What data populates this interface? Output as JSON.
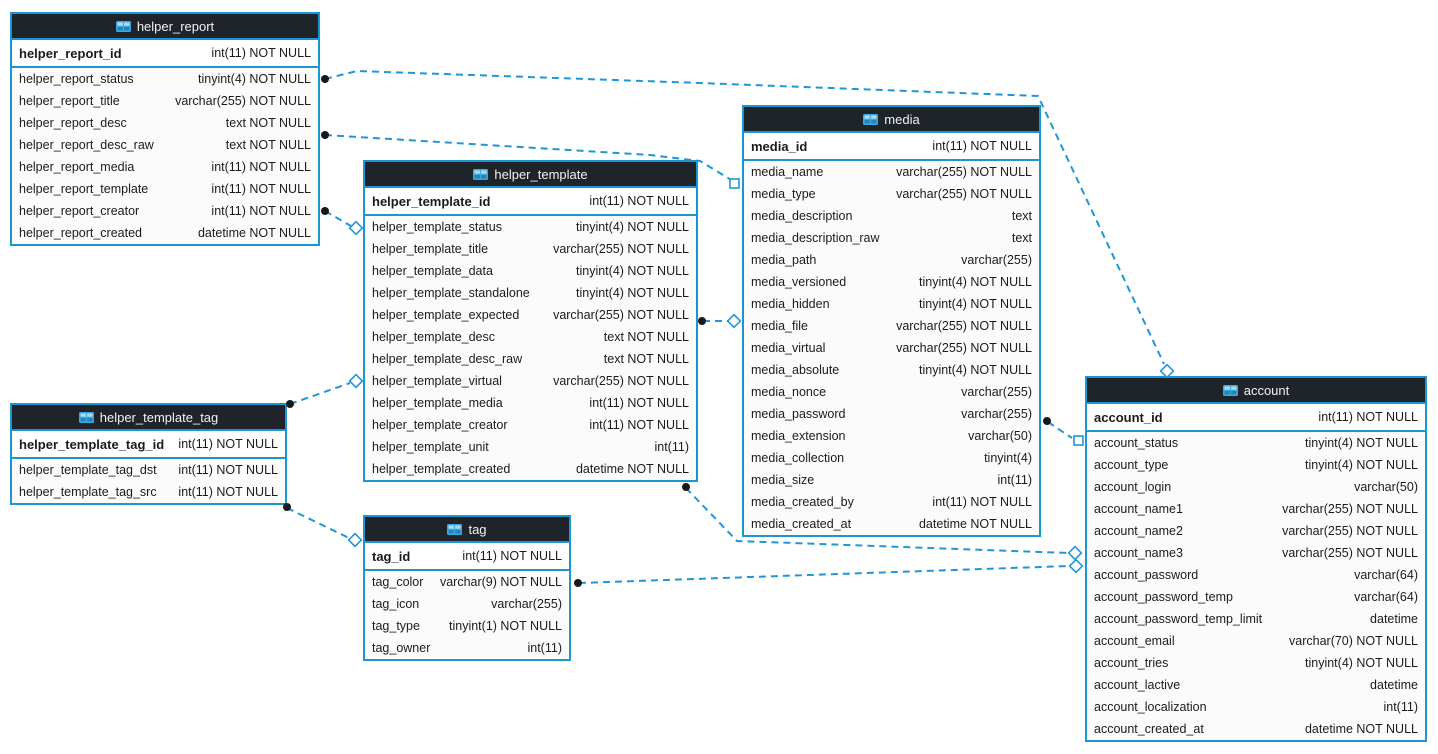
{
  "colors": {
    "accent_border": "#1b96d1",
    "header_background": "#1f242a",
    "relationship_line": "#2196d6",
    "connector_dot": "#17191c",
    "row_background": "#fbfbfb",
    "pk_row_background": "#ffffff"
  },
  "tables": [
    {
      "name": "helper_report",
      "icon": "table-icon",
      "pk": {
        "name": "helper_report_id",
        "type": "int(11) NOT NULL"
      },
      "columns": [
        {
          "name": "helper_report_status",
          "type": "tinyint(4) NOT NULL"
        },
        {
          "name": "helper_report_title",
          "type": "varchar(255) NOT NULL"
        },
        {
          "name": "helper_report_desc",
          "type": "text NOT NULL"
        },
        {
          "name": "helper_report_desc_raw",
          "type": "text NOT NULL"
        },
        {
          "name": "helper_report_media",
          "type": "int(11) NOT NULL"
        },
        {
          "name": "helper_report_template",
          "type": "int(11) NOT NULL"
        },
        {
          "name": "helper_report_creator",
          "type": "int(11) NOT NULL"
        },
        {
          "name": "helper_report_created",
          "type": "datetime NOT NULL"
        }
      ]
    },
    {
      "name": "helper_template",
      "icon": "table-icon",
      "pk": {
        "name": "helper_template_id",
        "type": "int(11) NOT NULL"
      },
      "columns": [
        {
          "name": "helper_template_status",
          "type": "tinyint(4) NOT NULL"
        },
        {
          "name": "helper_template_title",
          "type": "varchar(255) NOT NULL"
        },
        {
          "name": "helper_template_data",
          "type": "tinyint(4) NOT NULL"
        },
        {
          "name": "helper_template_standalone",
          "type": "tinyint(4) NOT NULL"
        },
        {
          "name": "helper_template_expected",
          "type": "varchar(255) NOT NULL"
        },
        {
          "name": "helper_template_desc",
          "type": "text NOT NULL"
        },
        {
          "name": "helper_template_desc_raw",
          "type": "text NOT NULL"
        },
        {
          "name": "helper_template_virtual",
          "type": "varchar(255) NOT NULL"
        },
        {
          "name": "helper_template_media",
          "type": "int(11) NOT NULL"
        },
        {
          "name": "helper_template_creator",
          "type": "int(11) NOT NULL"
        },
        {
          "name": "helper_template_unit",
          "type": "int(11)"
        },
        {
          "name": "helper_template_created",
          "type": "datetime NOT NULL"
        }
      ]
    },
    {
      "name": "helper_template_tag",
      "icon": "table-icon",
      "pk": {
        "name": "helper_template_tag_id",
        "type": "int(11) NOT NULL"
      },
      "columns": [
        {
          "name": "helper_template_tag_dst",
          "type": "int(11) NOT NULL"
        },
        {
          "name": "helper_template_tag_src",
          "type": "int(11) NOT NULL"
        }
      ]
    },
    {
      "name": "tag",
      "icon": "table-icon",
      "pk": {
        "name": "tag_id",
        "type": "int(11) NOT NULL"
      },
      "columns": [
        {
          "name": "tag_color",
          "type": "varchar(9) NOT NULL"
        },
        {
          "name": "tag_icon",
          "type": "varchar(255)"
        },
        {
          "name": "tag_type",
          "type": "tinyint(1) NOT NULL"
        },
        {
          "name": "tag_owner",
          "type": "int(11)"
        }
      ]
    },
    {
      "name": "media",
      "icon": "table-icon",
      "pk": {
        "name": "media_id",
        "type": "int(11) NOT NULL"
      },
      "columns": [
        {
          "name": "media_name",
          "type": "varchar(255) NOT NULL"
        },
        {
          "name": "media_type",
          "type": "varchar(255) NOT NULL"
        },
        {
          "name": "media_description",
          "type": "text"
        },
        {
          "name": "media_description_raw",
          "type": "text"
        },
        {
          "name": "media_path",
          "type": "varchar(255)"
        },
        {
          "name": "media_versioned",
          "type": "tinyint(4) NOT NULL"
        },
        {
          "name": "media_hidden",
          "type": "tinyint(4) NOT NULL"
        },
        {
          "name": "media_file",
          "type": "varchar(255) NOT NULL"
        },
        {
          "name": "media_virtual",
          "type": "varchar(255) NOT NULL"
        },
        {
          "name": "media_absolute",
          "type": "tinyint(4) NOT NULL"
        },
        {
          "name": "media_nonce",
          "type": "varchar(255)"
        },
        {
          "name": "media_password",
          "type": "varchar(255)"
        },
        {
          "name": "media_extension",
          "type": "varchar(50)"
        },
        {
          "name": "media_collection",
          "type": "tinyint(4)"
        },
        {
          "name": "media_size",
          "type": "int(11)"
        },
        {
          "name": "media_created_by",
          "type": "int(11) NOT NULL"
        },
        {
          "name": "media_created_at",
          "type": "datetime NOT NULL"
        }
      ]
    },
    {
      "name": "account",
      "icon": "table-icon",
      "pk": {
        "name": "account_id",
        "type": "int(11) NOT NULL"
      },
      "columns": [
        {
          "name": "account_status",
          "type": "tinyint(4) NOT NULL"
        },
        {
          "name": "account_type",
          "type": "tinyint(4) NOT NULL"
        },
        {
          "name": "account_login",
          "type": "varchar(50)"
        },
        {
          "name": "account_name1",
          "type": "varchar(255) NOT NULL"
        },
        {
          "name": "account_name2",
          "type": "varchar(255) NOT NULL"
        },
        {
          "name": "account_name3",
          "type": "varchar(255) NOT NULL"
        },
        {
          "name": "account_password",
          "type": "varchar(64)"
        },
        {
          "name": "account_password_temp",
          "type": "varchar(64)"
        },
        {
          "name": "account_password_temp_limit",
          "type": "datetime"
        },
        {
          "name": "account_email",
          "type": "varchar(70) NOT NULL"
        },
        {
          "name": "account_tries",
          "type": "tinyint(4) NOT NULL"
        },
        {
          "name": "account_lactive",
          "type": "datetime"
        },
        {
          "name": "account_localization",
          "type": "int(11)"
        },
        {
          "name": "account_created_at",
          "type": "datetime NOT NULL"
        }
      ]
    }
  ],
  "relationships": [
    {
      "from": "helper_report.helper_report_status",
      "to": "account (top edge)"
    },
    {
      "from": "helper_report.helper_report_desc_raw",
      "to": "media.media_name"
    },
    {
      "from": "helper_report.helper_report_creator",
      "to": "helper_template.helper_template_status"
    },
    {
      "from": "helper_template.helper_template_expected",
      "to": "media.media_file"
    },
    {
      "from": "helper_template_tag (top edge)",
      "to": "helper_template.helper_template_virtual"
    },
    {
      "from": "helper_template_tag (bottom edge)",
      "to": "tag.tag_id"
    },
    {
      "from": "helper_template (bottom edge)",
      "to": "account.account_name2"
    },
    {
      "from": "tag.tag_color",
      "to": "account.account_name3"
    },
    {
      "from": "media.media_password",
      "to": "account.account_status"
    }
  ]
}
